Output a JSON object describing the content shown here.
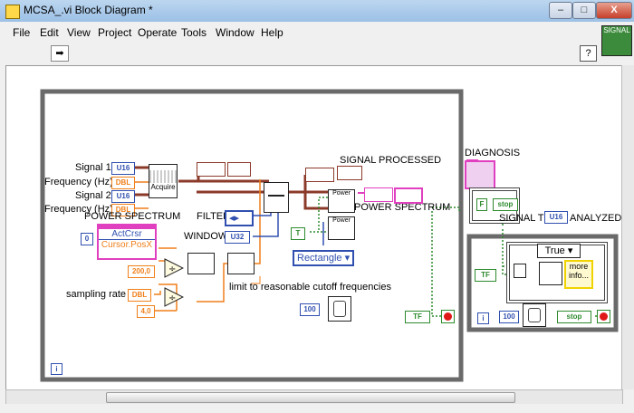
{
  "window": {
    "title": "MCSA_.vi Block Diagram *",
    "min": "–",
    "max": "□",
    "close": "X"
  },
  "menu": [
    "File",
    "Edit",
    "View",
    "Project",
    "Operate",
    "Tools",
    "Window",
    "Help"
  ],
  "toolbar": {
    "run_icon": "run-arrow-icon",
    "help": "?"
  },
  "vi_icon_label": "SIGNAL",
  "diagram": {
    "labels": {
      "signal1": "Signal 1",
      "freq1": "Frequency (Hz)",
      "signal2": "Signal 2",
      "freq2": "Frequency (Hz)",
      "power_spectrum_left": "POWER SPECTRUM",
      "sampling_rate": "sampling rate",
      "filter": "FILTER",
      "window": "WINDOW",
      "signal_processed": "SIGNAL PROCESSED",
      "power_spectrum_mid": "POWER SPECTRUM",
      "diagnosis": "DIAGNOSIS",
      "signal_analyzed": "SIGNAL TO BE ANALYZED",
      "limit_note": "limit to reasonable cutoff frequencies",
      "acquire": "Acquire",
      "power1": "Power",
      "power2": "Power",
      "act_crsr": "ActCrsr",
      "cursor_posx": "Cursor.PosX",
      "rectangle": "Rectangle",
      "true_case": "True",
      "more_info": "more info...",
      "stop1": "stop",
      "stop2": "stop"
    },
    "constants": {
      "zero": "0",
      "c200": "200,0",
      "c4": "4,0",
      "wait1": "100",
      "wait2": "100",
      "u16": "U16",
      "dbl": "DBL",
      "u32": "U32",
      "tf": "TF",
      "f": "F",
      "i": "i"
    }
  }
}
